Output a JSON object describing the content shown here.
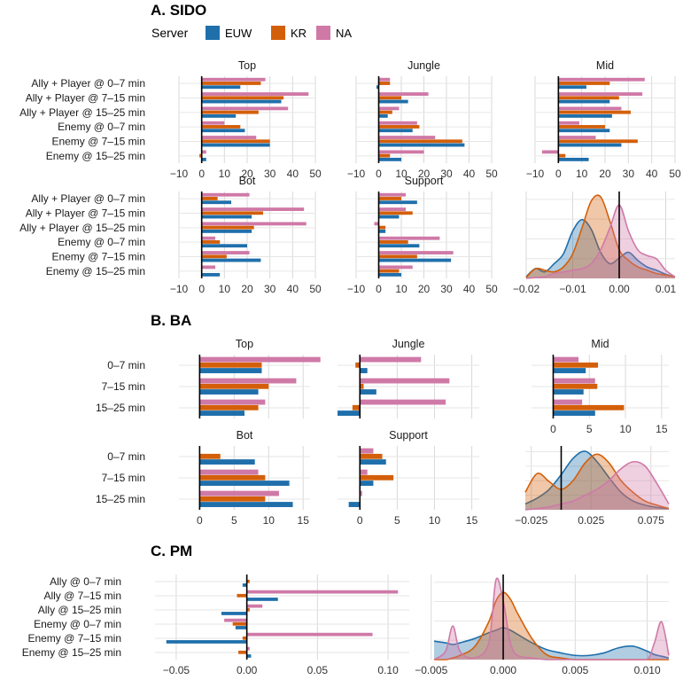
{
  "legend": {
    "title": "Server",
    "entries": [
      {
        "name": "EUW",
        "color": "#1f6fab"
      },
      {
        "name": "KR",
        "color": "#d35f0a"
      },
      {
        "name": "NA",
        "color": "#cf79a7"
      }
    ]
  },
  "chart_data": [
    {
      "id": "sido",
      "section_title": "A. SIDO",
      "type": "bar",
      "orientation": "horizontal",
      "categories": [
        "Ally + Player @ 0–7 min",
        "Ally + Player @ 7–15 min",
        "Ally + Player @ 15–25 min",
        "Enemy @ 0–7 min",
        "Enemy @ 7–15 min",
        "Enemy @ 15–25 min"
      ],
      "xlim": [
        -10,
        50
      ],
      "xticks": [
        "−10",
        "0",
        "10",
        "20",
        "30",
        "40",
        "50"
      ],
      "xtick_values": [
        -10,
        0,
        10,
        20,
        30,
        40,
        50
      ],
      "series_order": [
        "EUW",
        "KR",
        "NA"
      ],
      "panels": [
        {
          "label": "Top",
          "values": {
            "EUW": [
              17,
              35,
              15,
              19,
              30,
              2
            ],
            "KR": [
              26,
              36,
              25,
              17,
              30,
              -1
            ],
            "NA": [
              28,
              47,
              38,
              10,
              24,
              2
            ]
          }
        },
        {
          "label": "Jungle",
          "values": {
            "EUW": [
              -1,
              13,
              4,
              15,
              38,
              10
            ],
            "KR": [
              5,
              10,
              6,
              18,
              37,
              5
            ],
            "NA": [
              5,
              22,
              9,
              17,
              25,
              20
            ]
          }
        },
        {
          "label": "Mid",
          "values": {
            "EUW": [
              12,
              22,
              23,
              22,
              27,
              13
            ],
            "KR": [
              22,
              26,
              31,
              20,
              34,
              3
            ],
            "NA": [
              37,
              36,
              27,
              9,
              16,
              -7
            ]
          }
        },
        {
          "label": "Bot",
          "values": {
            "EUW": [
              13,
              22,
              22,
              20,
              26,
              8
            ],
            "KR": [
              7,
              27,
              23,
              8,
              11,
              0
            ],
            "NA": [
              21,
              45,
              46,
              6,
              21,
              6
            ]
          }
        },
        {
          "label": "Support",
          "values": {
            "EUW": [
              17,
              9,
              3,
              18,
              32,
              10
            ],
            "KR": [
              10,
              15,
              3,
              13,
              17,
              9
            ],
            "NA": [
              12,
              12,
              -2,
              27,
              33,
              15
            ]
          }
        }
      ],
      "density": {
        "xlim": [
          -0.02,
          0.012
        ],
        "xticks": [
          "−0.02",
          "−0.01",
          "0.00",
          "0.01"
        ],
        "xtick_values": [
          -0.02,
          -0.01,
          0.0,
          0.01
        ],
        "vline": 0,
        "x": [
          -0.02,
          -0.018,
          -0.016,
          -0.014,
          -0.012,
          -0.01,
          -0.008,
          -0.006,
          -0.004,
          -0.002,
          0.0,
          0.002,
          0.004,
          0.006,
          0.008,
          0.01,
          0.012
        ],
        "series": [
          {
            "name": "EUW",
            "values": [
              0.02,
              0.12,
              0.08,
              0.18,
              0.3,
              0.58,
              0.72,
              0.6,
              0.32,
              0.18,
              0.25,
              0.32,
              0.22,
              0.14,
              0.1,
              0.05,
              0.02
            ]
          },
          {
            "name": "KR",
            "values": [
              0.01,
              0.12,
              0.1,
              0.08,
              0.14,
              0.3,
              0.62,
              0.95,
              1.0,
              0.7,
              0.35,
              0.22,
              0.14,
              0.1,
              0.06,
              0.04,
              0.02
            ]
          },
          {
            "name": "NA",
            "values": [
              0.0,
              0.01,
              0.02,
              0.06,
              0.08,
              0.1,
              0.12,
              0.18,
              0.35,
              0.62,
              0.9,
              0.58,
              0.35,
              0.28,
              0.24,
              0.1,
              0.02
            ]
          }
        ]
      }
    },
    {
      "id": "ba",
      "section_title": "B. BA",
      "type": "bar",
      "orientation": "horizontal",
      "categories": [
        "0–7 min",
        "7–15 min",
        "15–25 min"
      ],
      "xlim": [
        -3,
        16
      ],
      "xticks": [
        "0",
        "5",
        "10",
        "15"
      ],
      "xtick_values": [
        0,
        5,
        10,
        15
      ],
      "series_order": [
        "EUW",
        "KR",
        "NA"
      ],
      "panels": [
        {
          "label": "Top",
          "values": {
            "EUW": [
              9,
              8.5,
              6.5
            ],
            "KR": [
              9,
              10,
              8.5
            ],
            "NA": [
              17.5,
              14,
              9.5
            ]
          }
        },
        {
          "label": "Jungle",
          "values": {
            "EUW": [
              1,
              2.2,
              -3
            ],
            "KR": [
              -0.6,
              0.5,
              -1
            ],
            "NA": [
              8.2,
              12,
              11.5
            ]
          }
        },
        {
          "label": "Mid",
          "values": {
            "EUW": [
              4.5,
              4.2,
              5.8
            ],
            "KR": [
              6.2,
              6.1,
              9.8
            ],
            "NA": [
              3.5,
              5.8,
              4
            ]
          }
        },
        {
          "label": "Bot",
          "values": {
            "EUW": [
              8,
              13,
              13.5
            ],
            "KR": [
              3,
              9.5,
              9.5
            ],
            "NA": [
              0,
              8.5,
              11.5
            ]
          }
        },
        {
          "label": "Support",
          "values": {
            "EUW": [
              3.5,
              1.8,
              -1.5
            ],
            "KR": [
              3,
              4.5,
              0
            ],
            "NA": [
              1.8,
              1,
              0.3
            ]
          }
        }
      ],
      "density": {
        "xlim": [
          -0.03,
          0.09
        ],
        "xticks": [
          "−0.025",
          "0.025",
          "0.075"
        ],
        "xtick_values": [
          -0.025,
          0.025,
          0.075
        ],
        "vline": 0,
        "x": [
          -0.03,
          -0.02,
          -0.01,
          0.0,
          0.01,
          0.02,
          0.03,
          0.04,
          0.05,
          0.06,
          0.07,
          0.08,
          0.09
        ],
        "series": [
          {
            "name": "EUW",
            "values": [
              0.1,
              0.2,
              0.35,
              0.6,
              0.88,
              1.0,
              0.82,
              0.55,
              0.3,
              0.15,
              0.08,
              0.04,
              0.02
            ]
          },
          {
            "name": "KR",
            "values": [
              0.3,
              0.62,
              0.48,
              0.35,
              0.5,
              0.8,
              0.95,
              0.8,
              0.5,
              0.3,
              0.15,
              0.08,
              0.02
            ]
          },
          {
            "name": "NA",
            "values": [
              0.0,
              0.02,
              0.05,
              0.1,
              0.15,
              0.25,
              0.35,
              0.5,
              0.7,
              0.82,
              0.75,
              0.45,
              0.1
            ]
          }
        ]
      }
    },
    {
      "id": "pm",
      "section_title": "C. PM",
      "type": "bar",
      "orientation": "horizontal",
      "categories": [
        "Ally @ 0–7 min",
        "Ally @ 7–15 min",
        "Ally @ 15–25 min",
        "Enemy @ 0–7 min",
        "Enemy @ 7–15 min",
        "Enemy @ 15–25 min"
      ],
      "xlim": [
        -0.065,
        0.115
      ],
      "xticks": [
        "−0.05",
        "0.00",
        "0.05",
        "0.10"
      ],
      "xtick_values": [
        -0.05,
        0.0,
        0.05,
        0.1
      ],
      "series_order": [
        "EUW",
        "KR",
        "NA"
      ],
      "panels": [
        {
          "label": "",
          "values": {
            "EUW": [
              -0.003,
              0.022,
              -0.018,
              -0.008,
              -0.057,
              0.003
            ],
            "KR": [
              0.002,
              -0.007,
              0.002,
              -0.01,
              -0.003,
              -0.006
            ],
            "NA": [
              0.0,
              0.107,
              0.011,
              -0.016,
              0.089,
              0.002
            ]
          }
        }
      ],
      "density": {
        "xlim": [
          -0.0048,
          0.0115
        ],
        "xticks": [
          "−0.005",
          "0.000",
          "0.005",
          "0.010"
        ],
        "xtick_values": [
          -0.005,
          0.0,
          0.005,
          0.01
        ],
        "vline": 0,
        "x": [
          -0.0048,
          -0.004,
          -0.0035,
          -0.003,
          -0.002,
          -0.001,
          -0.0005,
          0.0,
          0.0005,
          0.001,
          0.002,
          0.003,
          0.004,
          0.005,
          0.006,
          0.007,
          0.008,
          0.009,
          0.01,
          0.0105,
          0.011,
          0.0115
        ],
        "series": [
          {
            "name": "EUW",
            "values": [
              0.22,
              0.2,
              0.18,
              0.2,
              0.25,
              0.32,
              0.35,
              0.38,
              0.35,
              0.3,
              0.2,
              0.12,
              0.08,
              0.05,
              0.05,
              0.08,
              0.14,
              0.16,
              0.1,
              0.06,
              0.04,
              0.02
            ]
          },
          {
            "name": "KR",
            "values": [
              0.0,
              0.0,
              0.02,
              0.05,
              0.15,
              0.45,
              0.7,
              0.8,
              0.72,
              0.55,
              0.25,
              0.06,
              0.02,
              0.0,
              0.0,
              0.0,
              0.0,
              0.0,
              0.0,
              0.0,
              0.0,
              0.0
            ]
          },
          {
            "name": "NA",
            "values": [
              0.0,
              0.1,
              0.4,
              0.1,
              0.02,
              0.2,
              0.95,
              0.7,
              0.2,
              0.05,
              0.02,
              0.0,
              0.0,
              0.0,
              0.0,
              0.0,
              0.0,
              0.0,
              0.0,
              0.2,
              0.45,
              0.05
            ]
          }
        ]
      }
    }
  ]
}
